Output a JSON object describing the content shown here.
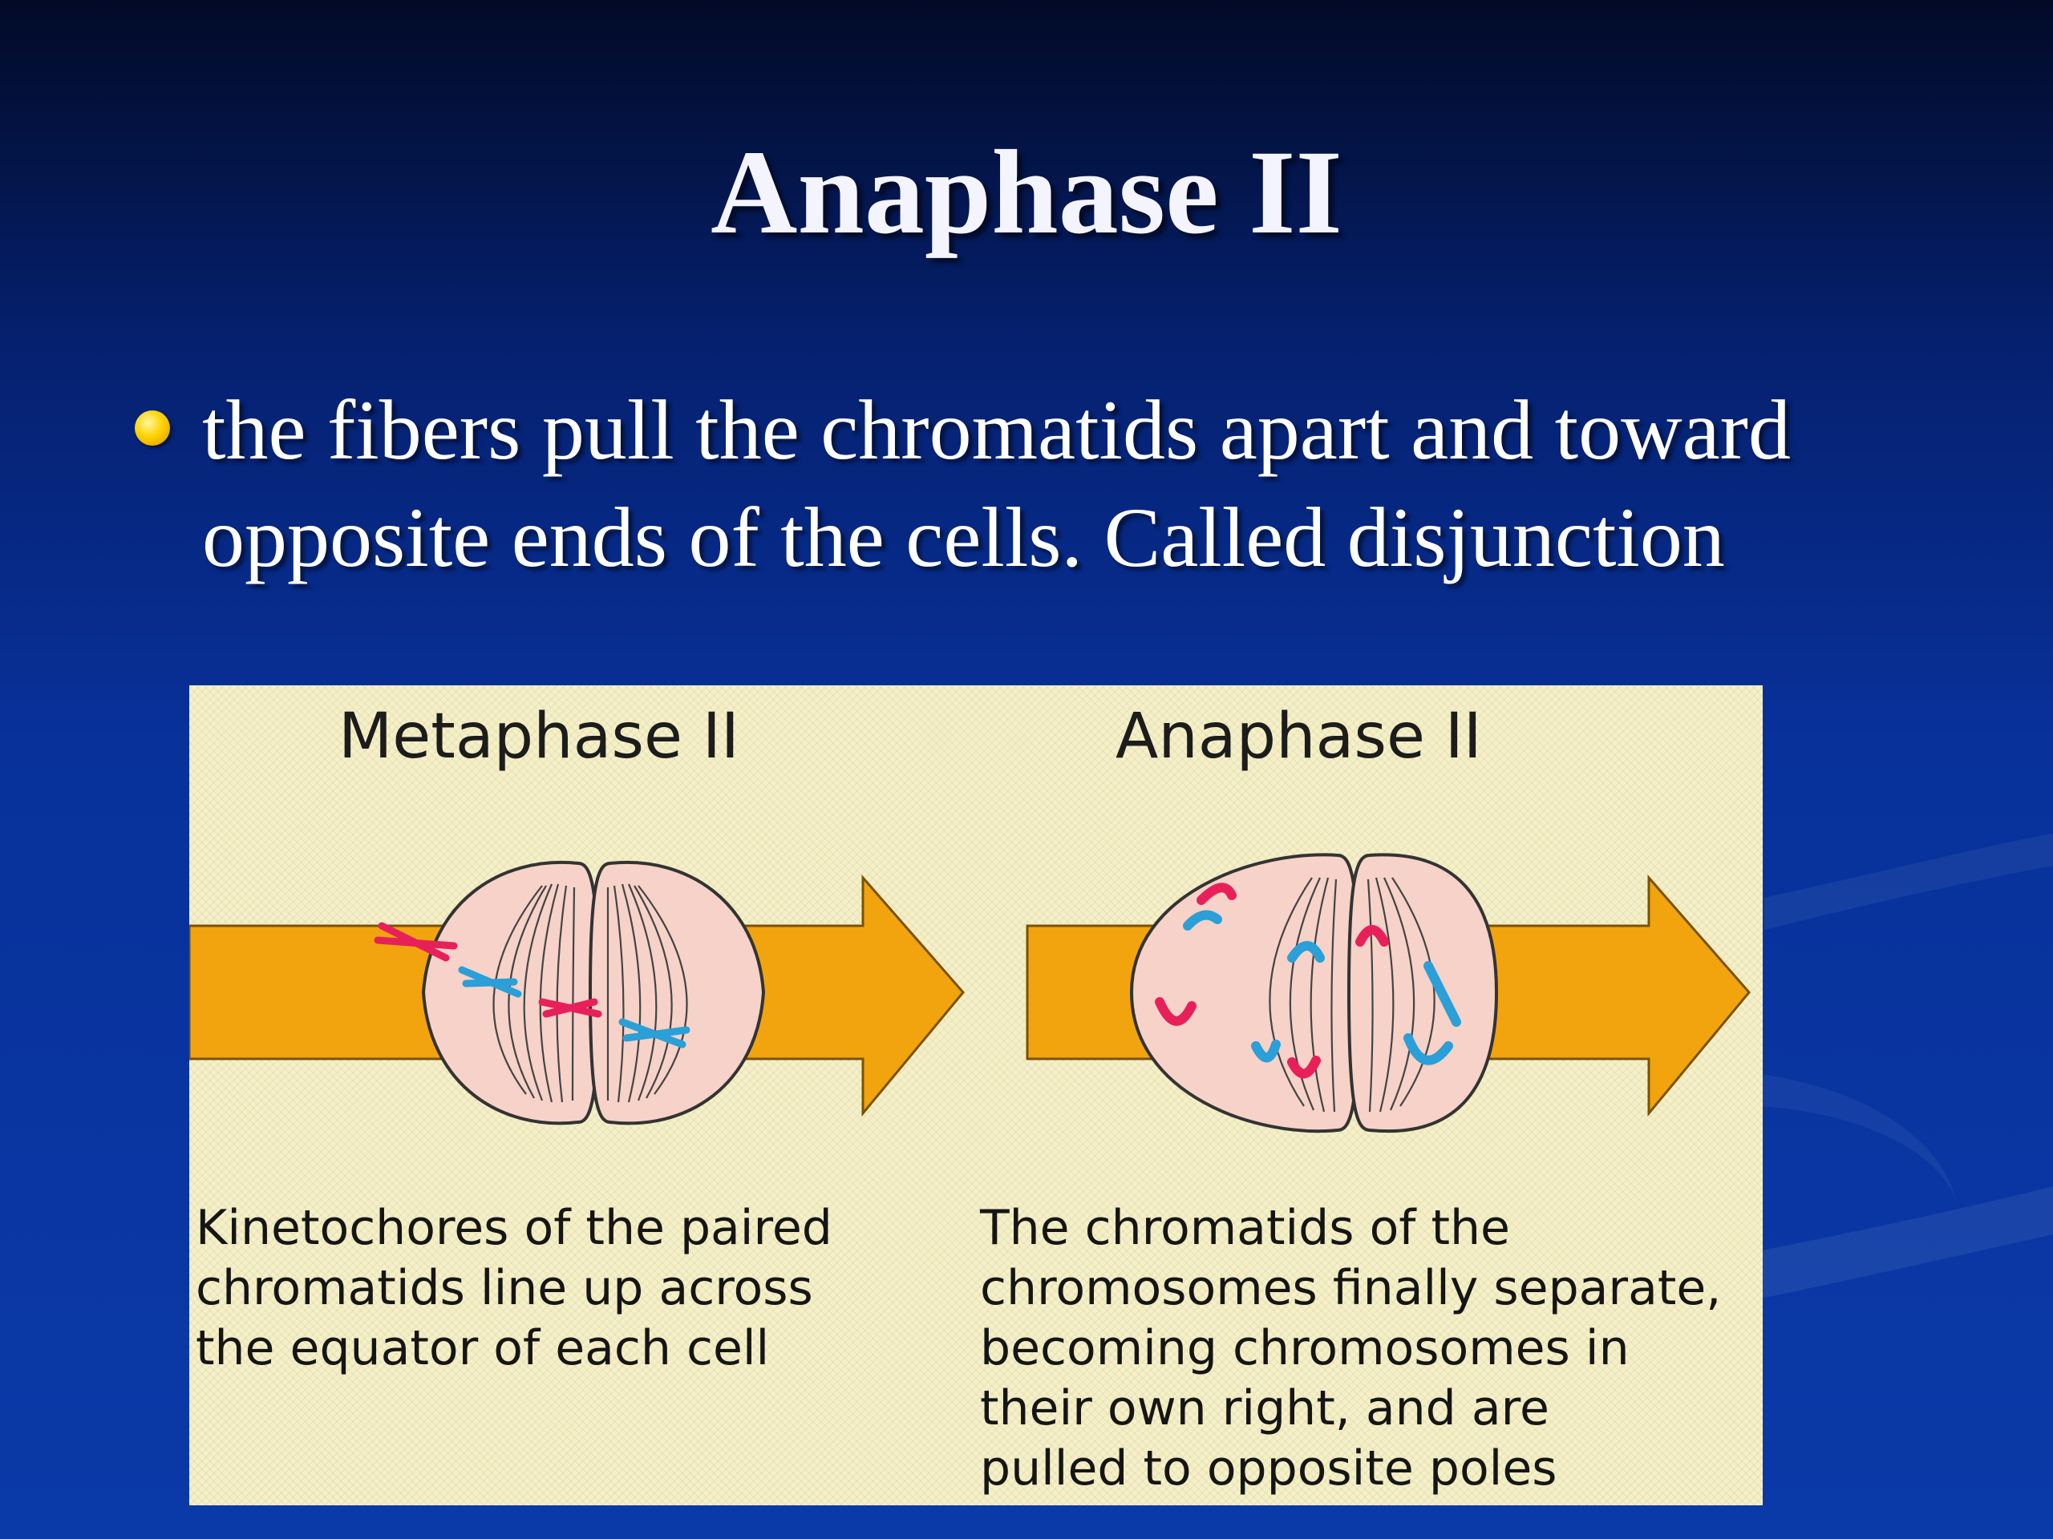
{
  "slide": {
    "title": "Anaphase II",
    "bullet_lines": [
      "the fibers pull the chromatids apart and toward",
      "opposite ends of the cells.  Called disjunction"
    ]
  },
  "figure": {
    "left_panel": {
      "heading": "Metaphase II",
      "caption_lines": [
        "Kinetochores of the paired",
        "chromatids line up across",
        "the equator of each cell"
      ]
    },
    "right_panel": {
      "heading": "Anaphase II",
      "caption_lines": [
        "The chromatids of the",
        "chromosomes finally separate,",
        "becoming chromosomes in",
        "their own right, and are",
        "pulled to opposite poles"
      ]
    }
  },
  "colors": {
    "arrow": "#f2a40e",
    "cell_fill": "#f6d2c8",
    "chromosome_red": "#e8205a",
    "chromosome_blue": "#2a9fd8",
    "bullet": "#ffd200"
  }
}
